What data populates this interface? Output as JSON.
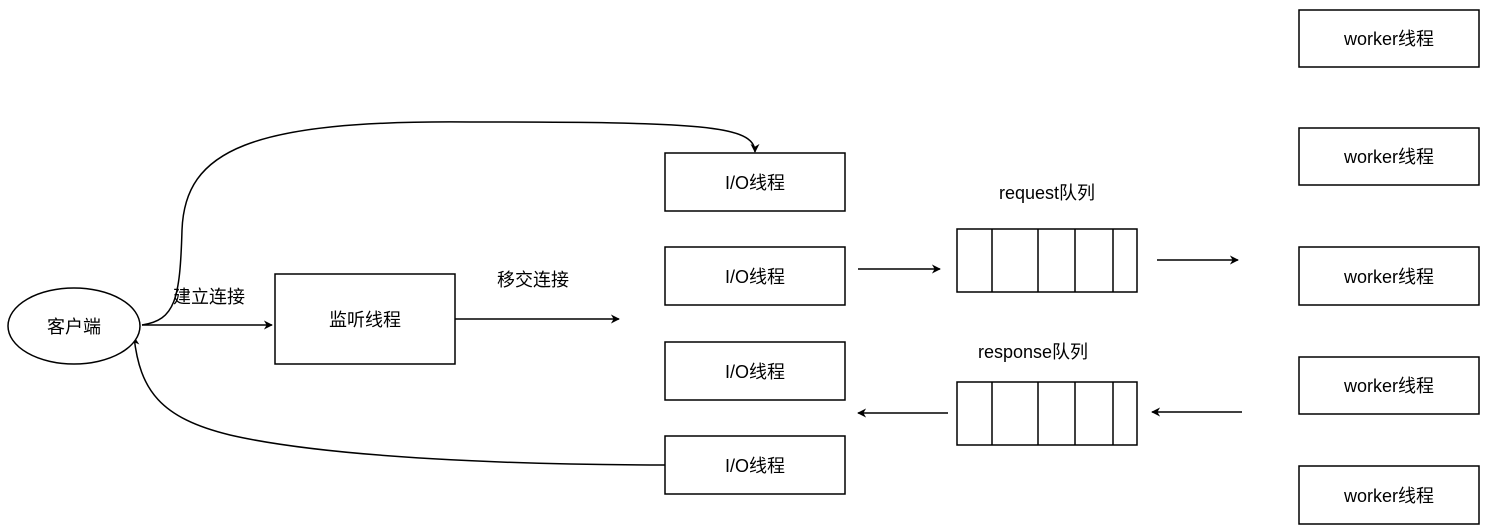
{
  "client": {
    "label": "客户端"
  },
  "listener": {
    "label": "监听线程"
  },
  "edge_labels": {
    "connect": "建立连接",
    "handover": "移交连接"
  },
  "io_threads": [
    {
      "label": "I/O线程"
    },
    {
      "label": "I/O线程"
    },
    {
      "label": "I/O线程"
    },
    {
      "label": "I/O线程"
    }
  ],
  "queues": {
    "request": {
      "label": "request队列"
    },
    "response": {
      "label": "response队列"
    }
  },
  "workers": [
    {
      "label": "worker线程"
    },
    {
      "label": "worker线程"
    },
    {
      "label": "worker线程"
    },
    {
      "label": "worker线程"
    },
    {
      "label": "worker线程"
    }
  ],
  "colors": {
    "stroke": "#000000",
    "fill": "#ffffff",
    "text": "#000000"
  }
}
